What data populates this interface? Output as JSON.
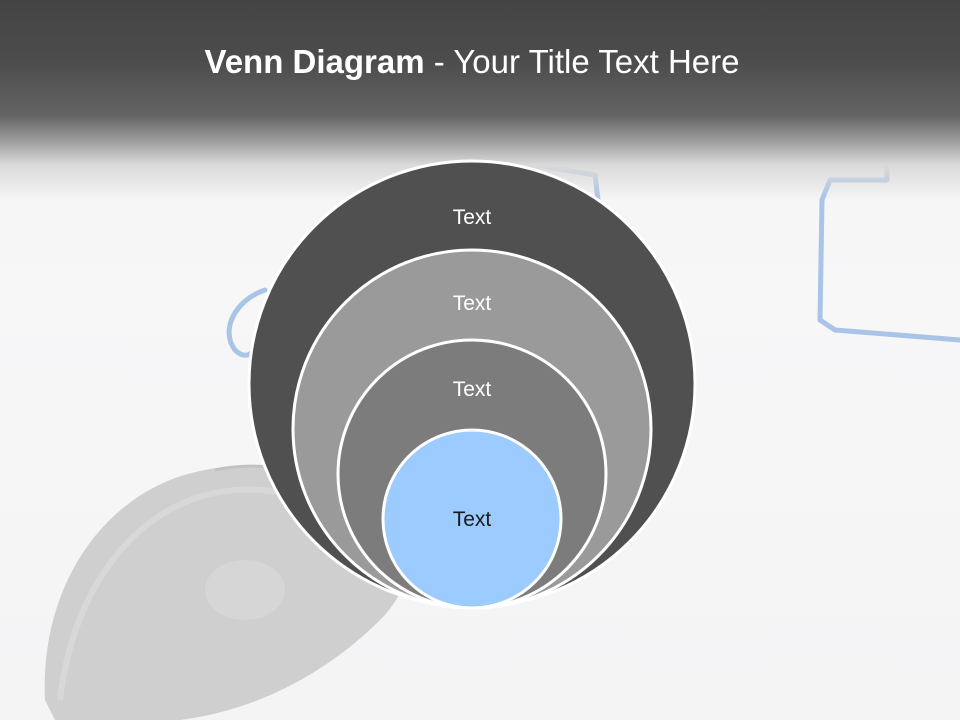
{
  "slide": {
    "title_bold": "Venn Diagram",
    "title_rest": " - Your Title Text Here"
  },
  "diagram": {
    "circles": [
      {
        "label": "Text",
        "fill": "#505050",
        "text_color": "#ffffff"
      },
      {
        "label": "Text",
        "fill": "#9a9a9a",
        "text_color": "#ffffff"
      },
      {
        "label": "Text",
        "fill": "#7c7c7c",
        "text_color": "#ffffff"
      },
      {
        "label": "Text",
        "fill": "#9ccbff",
        "text_color": "#1a1a1a"
      }
    ],
    "outline_color": "#ffffff",
    "accent_blue": "#a9c4e6"
  }
}
